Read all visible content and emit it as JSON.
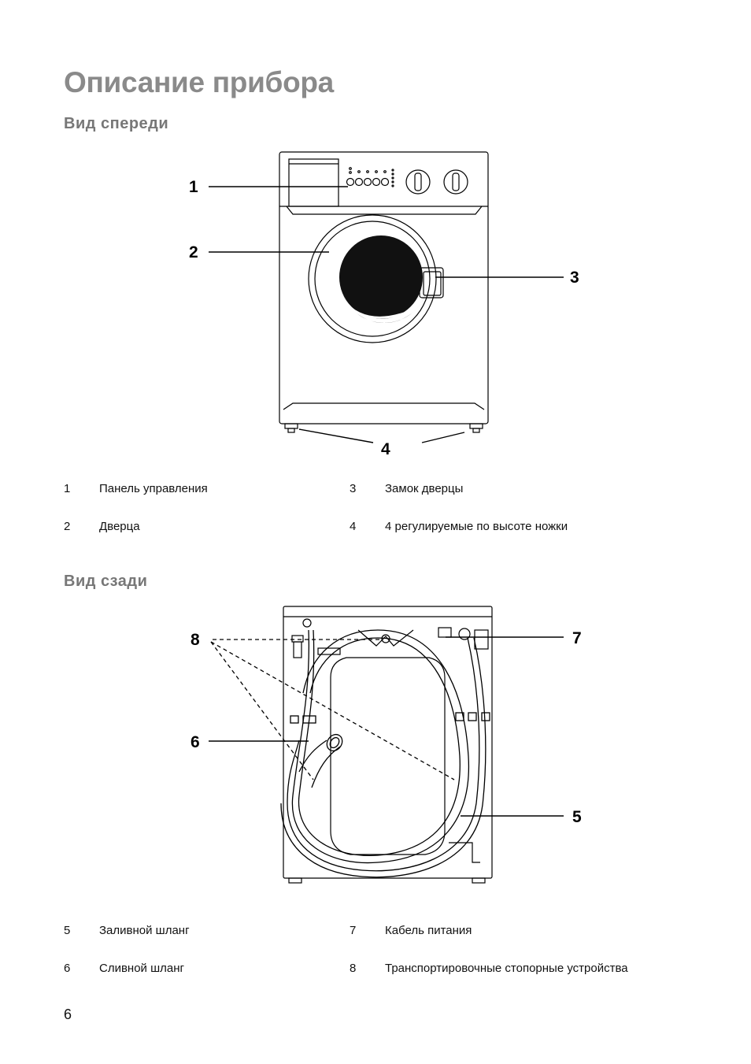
{
  "title": "Описание прибора",
  "front_view": {
    "heading": "Вид спереди",
    "callouts": [
      "1",
      "2",
      "3",
      "4"
    ],
    "legend": [
      {
        "num": "1",
        "label": "Панель управления"
      },
      {
        "num": "2",
        "label": "Дверца"
      },
      {
        "num": "3",
        "label": "Замок дверцы"
      },
      {
        "num": "4",
        "label": "4 регулируемые по высоте ножки"
      }
    ]
  },
  "rear_view": {
    "heading": "Вид сзади",
    "callouts": [
      "8",
      "7",
      "6",
      "5"
    ],
    "legend": [
      {
        "num": "5",
        "label": "Заливной шланг"
      },
      {
        "num": "6",
        "label": "Сливной шланг"
      },
      {
        "num": "7",
        "label": "Кабель питания"
      },
      {
        "num": "8",
        "label": "Транспортировочные стопорные устройства"
      }
    ]
  },
  "page_number": "6"
}
